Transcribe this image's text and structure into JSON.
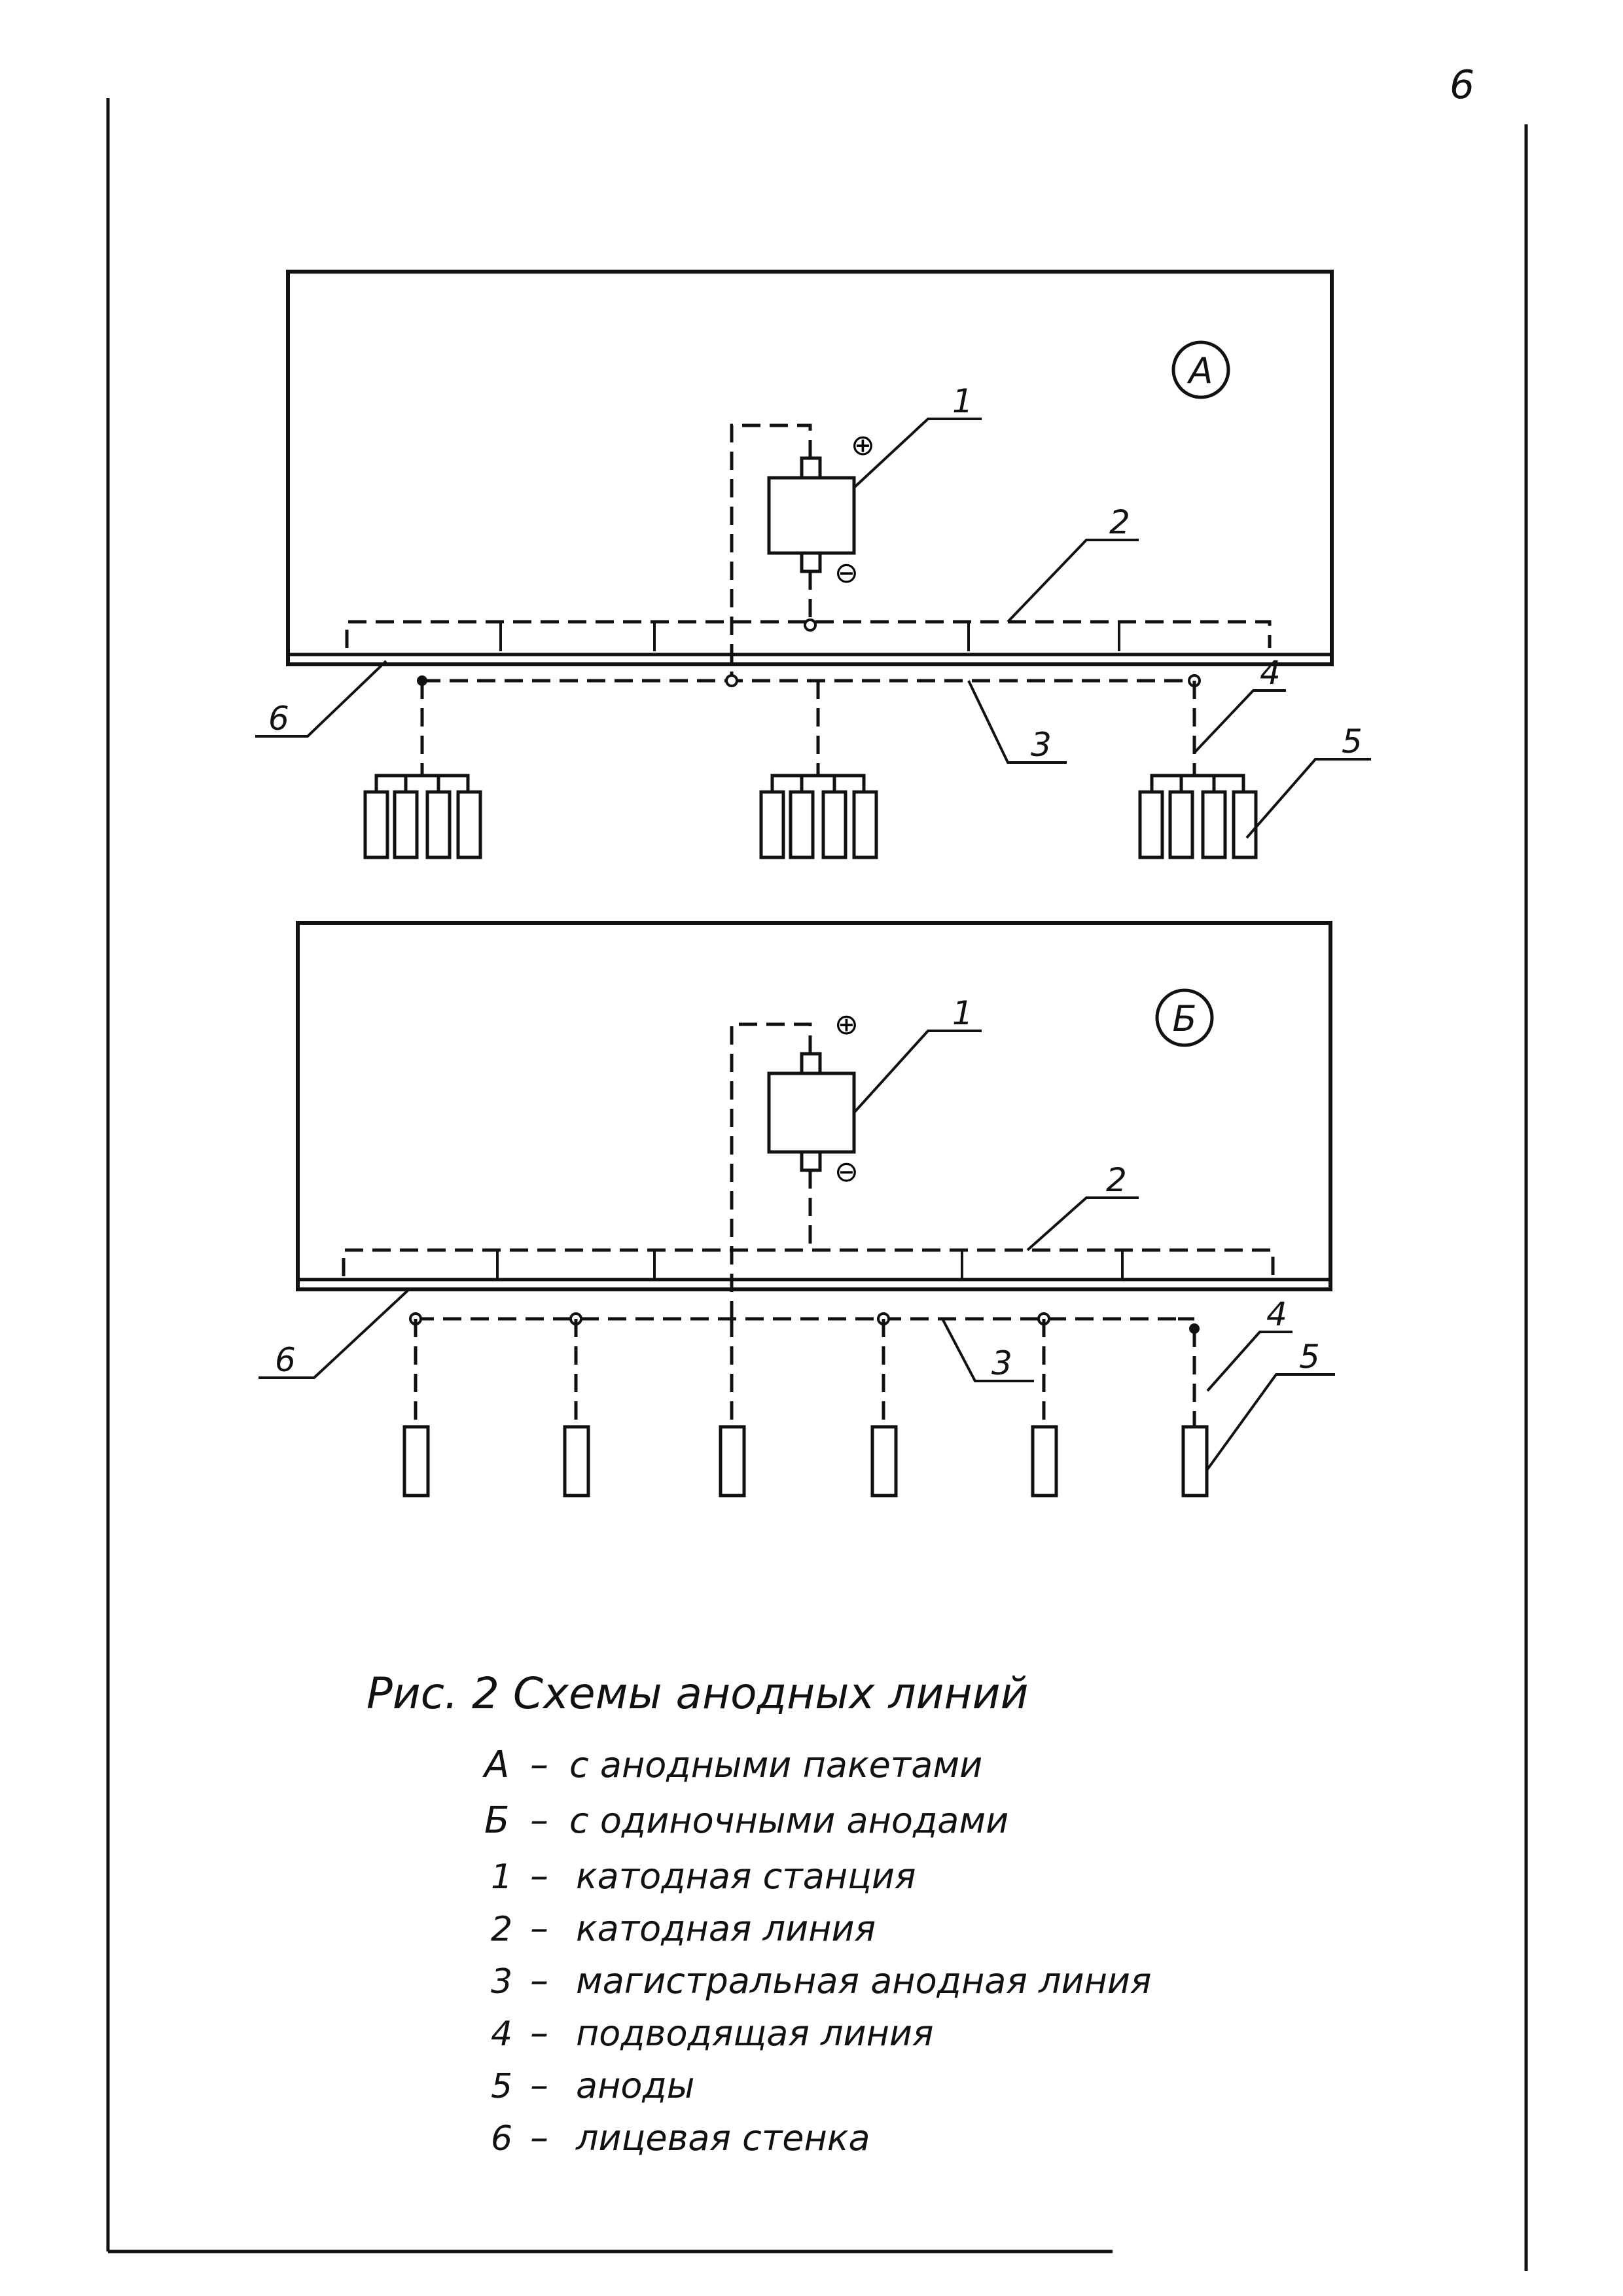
{
  "page_number": "6",
  "diagram_a": {
    "badge": "А",
    "labels": {
      "l1": "1",
      "l2": "2",
      "l3": "3",
      "l4": "4",
      "l5": "5",
      "l6": "6"
    },
    "plus": "⊕",
    "minus": "⊖"
  },
  "diagram_b": {
    "badge": "Б",
    "labels": {
      "l1": "1",
      "l2": "2",
      "l3": "3",
      "l4": "4",
      "l5": "5",
      "l6": "6"
    },
    "plus": "⊕",
    "minus": "⊖"
  },
  "caption": {
    "title": "Рис. 2   Схемы анодных линий",
    "legend": [
      {
        "key": "А",
        "text": "с анодными пакетами"
      },
      {
        "key": "Б",
        "text": "с одиночными анодами"
      },
      {
        "key": "1",
        "text": "катодная станция"
      },
      {
        "key": "2",
        "text": "катодная линия"
      },
      {
        "key": "3",
        "text": "магистральная анодная линия"
      },
      {
        "key": "4",
        "text": "подводящая линия"
      },
      {
        "key": "5",
        "text": "аноды"
      },
      {
        "key": "6",
        "text": "лицевая стенка"
      }
    ]
  }
}
